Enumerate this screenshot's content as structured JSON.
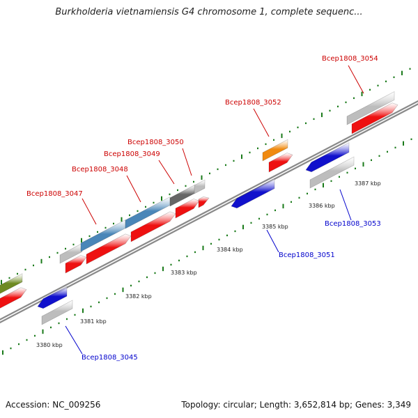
{
  "title": "Burkholderia vietnamiensis G4 chromosome 1, complete sequenc...",
  "accession_text": "Accession: NC_009256",
  "summary_text": "Topology: circular; Length: 3,652,814 bp; Genes: 3,349",
  "colors": {
    "backbone": "#8a8a8a",
    "tick": "#1a7a1a",
    "forward_cds": "#ee1111",
    "reverse_cds": "#1111cc",
    "gene_gray": "#bdbdbd",
    "gene_blue": "#4a86b8",
    "gene_dark": "#666666",
    "gene_orange": "#f08a10",
    "gene_olive": "#6e8a22",
    "label_forward": "#cc0000",
    "label_reverse": "#0000cc"
  },
  "scale_labels": [
    "3380 kbp",
    "3381 kbp",
    "3382 kbp",
    "3383 kbp",
    "3384 kbp",
    "3385 kbp",
    "3386 kbp",
    "3387 kbp"
  ],
  "gene_labels": {
    "forward": [
      "Bcep1808_3047",
      "Bcep1808_3048",
      "Bcep1808_3049",
      "Bcep1808_3050",
      "Bcep1808_3052",
      "Bcep1808_3054"
    ],
    "reverse": [
      "Bcep1808_3045",
      "Bcep1808_3051",
      "Bcep1808_3053"
    ]
  }
}
